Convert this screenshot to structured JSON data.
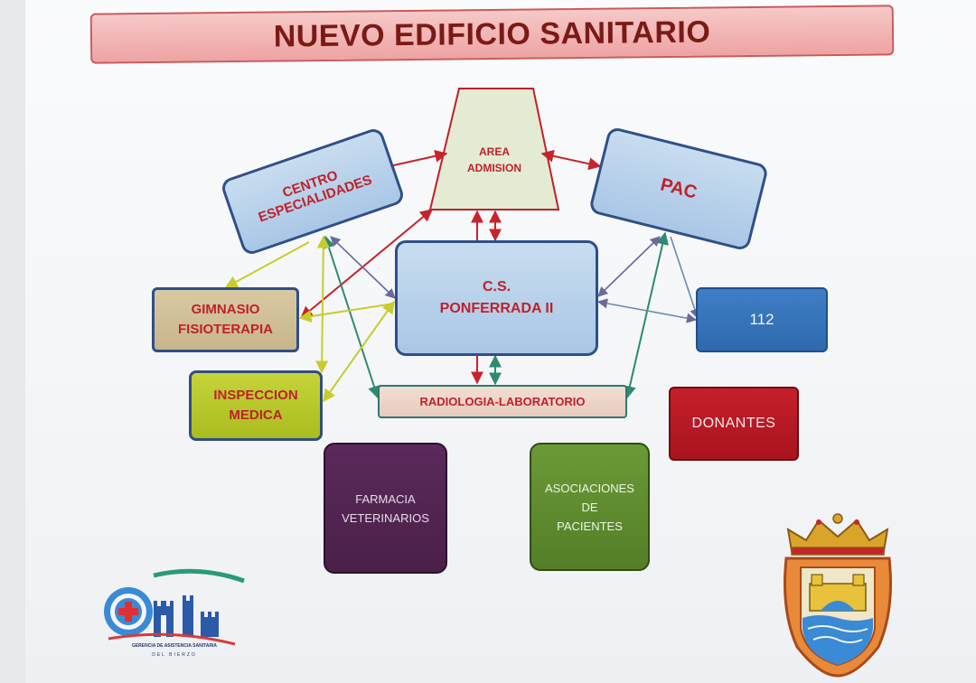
{
  "title": "NUEVO EDIFICIO SANITARIO",
  "nodes": {
    "area_admision": [
      "AREA",
      "ADMISION"
    ],
    "centro": [
      "CENTRO",
      "ESPECIALIDADES"
    ],
    "pac": "PAC",
    "cs": [
      "C.S.",
      "PONFERRADA II"
    ],
    "gimnasio": [
      "GIMNASIO",
      "FISIOTERAPIA"
    ],
    "inspeccion": [
      "INSPECCION",
      "MEDICA"
    ],
    "radiologia": "RADIOLOGIA-LABORATORIO",
    "e112": "112",
    "donantes": "DONANTES",
    "farmacia": [
      "FARMACIA",
      "VETERINARIOS"
    ],
    "asociaciones": [
      "ASOCIACIONES",
      "DE",
      "PACIENTES"
    ]
  },
  "logos": {
    "left_caption": [
      "GERENCIA DE ASISTENCIA SANITARIA",
      "DEL BIERZO"
    ]
  },
  "colors": {
    "title_text": "#7a1a16",
    "title_bg": "#eea3a3",
    "node_border": "#2f4f88",
    "node_text_red": "#c0202a",
    "arrow_red": "#c8232c",
    "arrow_green": "#2e8a70",
    "arrow_yellow": "#c8cc2a",
    "arrow_purple": "#6a6a9a"
  }
}
